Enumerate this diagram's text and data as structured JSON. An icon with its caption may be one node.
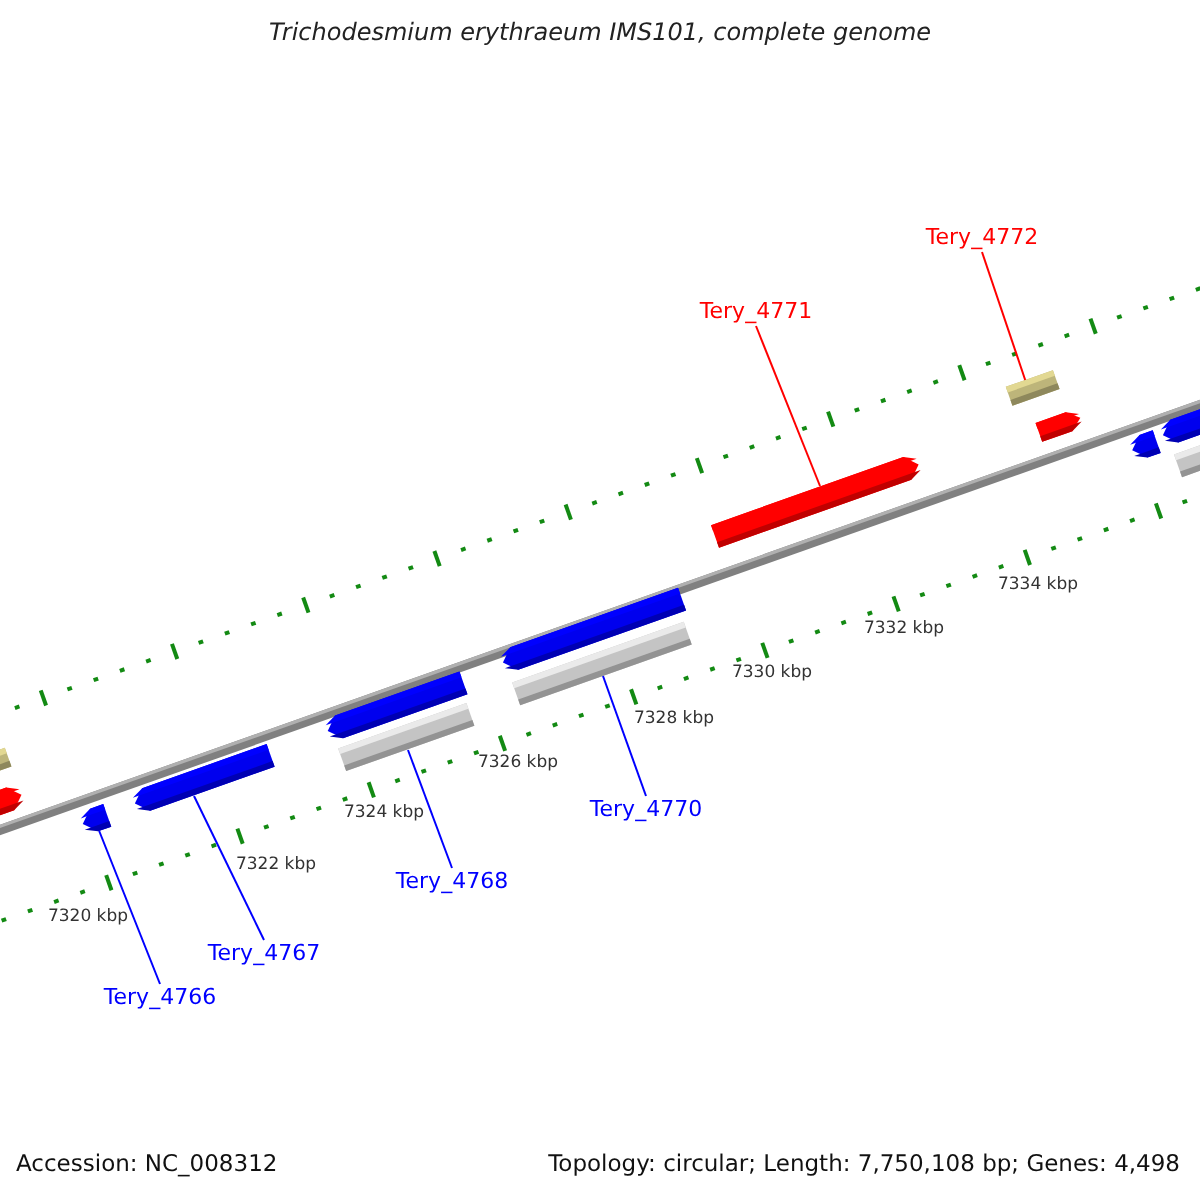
{
  "diagram": {
    "title": "Trichodesmium erythraeum IMS101, complete genome",
    "nodes": [
      {
        "text": [
          "Tery_4772"
        ]
      },
      {
        "text": [
          "Tery_4771"
        ]
      },
      {
        "text": [
          "Tery_4770"
        ]
      },
      {
        "text": [
          "Tery_4768"
        ]
      },
      {
        "text": [
          "Tery_4767"
        ]
      },
      {
        "text": [
          "Tery_4766"
        ]
      },
      {
        "text": [],
        "shape": "box"
      },
      {
        "text": [],
        "shape": "arrow"
      },
      {
        "text": [],
        "shape": "arrow"
      },
      {
        "text": [],
        "shape": "arrow"
      },
      {
        "text": [],
        "shape": "arrow"
      },
      {
        "text": [],
        "shape": "bar"
      },
      {
        "text": [],
        "shape": "arrow"
      },
      {
        "text": [],
        "shape": "bar"
      },
      {
        "text": [],
        "shape": "arrow"
      },
      {
        "text": [],
        "shape": "box"
      },
      {
        "text": [],
        "shape": "arrow"
      },
      {
        "text": [],
        "shape": "arrow"
      },
      {
        "text": [],
        "shape": "arrow"
      },
      {
        "text": [],
        "shape": "bar"
      }
    ],
    "edges": [
      {
        "from": 0,
        "to": 15,
        "arrow": "none",
        "color": "#ff0000"
      },
      {
        "from": 1,
        "to": 14,
        "arrow": "none",
        "color": "#ff0000"
      },
      {
        "from": 2,
        "to": 13,
        "arrow": "none"
      },
      {
        "from": 3,
        "to": 11,
        "arrow": "none"
      },
      {
        "from": 4,
        "to": 9,
        "arrow": "none"
      },
      {
        "from": 5,
        "to": 8,
        "arrow": "none"
      }
    ],
    "labels": [
      "7320 kbp",
      "7322 kbp",
      "7324 kbp",
      "7326 kbp",
      "7328 kbp",
      "7330 kbp",
      "7332 kbp",
      "7334 kbp",
      "Accession: NC_008312",
      "Topology: circular; Length: 7,750,108 bp; Genes: 4,498"
    ]
  }
}
